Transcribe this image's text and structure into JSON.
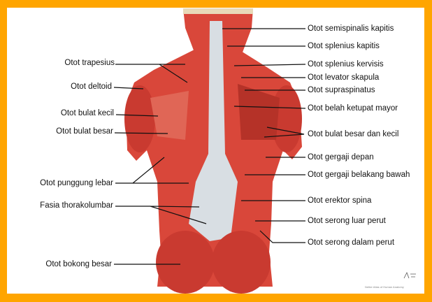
{
  "colors": {
    "frame": "#FFA500",
    "muscle": "#D9473A",
    "fascia": "#D8DEE3",
    "tendon": "#E8D9B8"
  },
  "labels_left": [
    {
      "id": "trapesius",
      "text": "Otot trapesius"
    },
    {
      "id": "deltoid",
      "text": "Otot deltoid"
    },
    {
      "id": "bulat-kecil",
      "text": "Otot bulat kecil"
    },
    {
      "id": "bulat-besar",
      "text": "Otot bulat besar"
    },
    {
      "id": "punggung-lebar",
      "text": "Otot punggung lebar"
    },
    {
      "id": "fasia-thorakolumbar",
      "text": "Fasia thorakolumbar"
    },
    {
      "id": "bokong-besar",
      "text": "Otot bokong besar"
    }
  ],
  "labels_right": [
    {
      "id": "semispinalis-kapitis",
      "text": "Otot semispinalis kapitis"
    },
    {
      "id": "splenius-kapitis",
      "text": "Otot splenius kapitis"
    },
    {
      "id": "splenius-kervisis",
      "text": "Otot splenius kervisis"
    },
    {
      "id": "levator-skapula",
      "text": "Otot levator skapula"
    },
    {
      "id": "supraspinatus",
      "text": "Otot supraspinatus"
    },
    {
      "id": "belah-ketupat-mayor",
      "text": "Otot belah ketupat mayor"
    },
    {
      "id": "bulat-besar-dan-kecil",
      "text": "Otot bulat besar dan kecil"
    },
    {
      "id": "gergaji-depan",
      "text": "Otot gergaji depan"
    },
    {
      "id": "gergaji-belakang-bawah",
      "text": "Otot gergaji belakang bawah"
    },
    {
      "id": "erektor-spina",
      "text": "Otot erektor spina"
    },
    {
      "id": "serong-luar-perut",
      "text": "Otot serong luar perut"
    },
    {
      "id": "serong-dalam-perut",
      "text": "Otot serong dalam perut"
    }
  ],
  "credit": "Netter Atlas of Human Anatomy"
}
